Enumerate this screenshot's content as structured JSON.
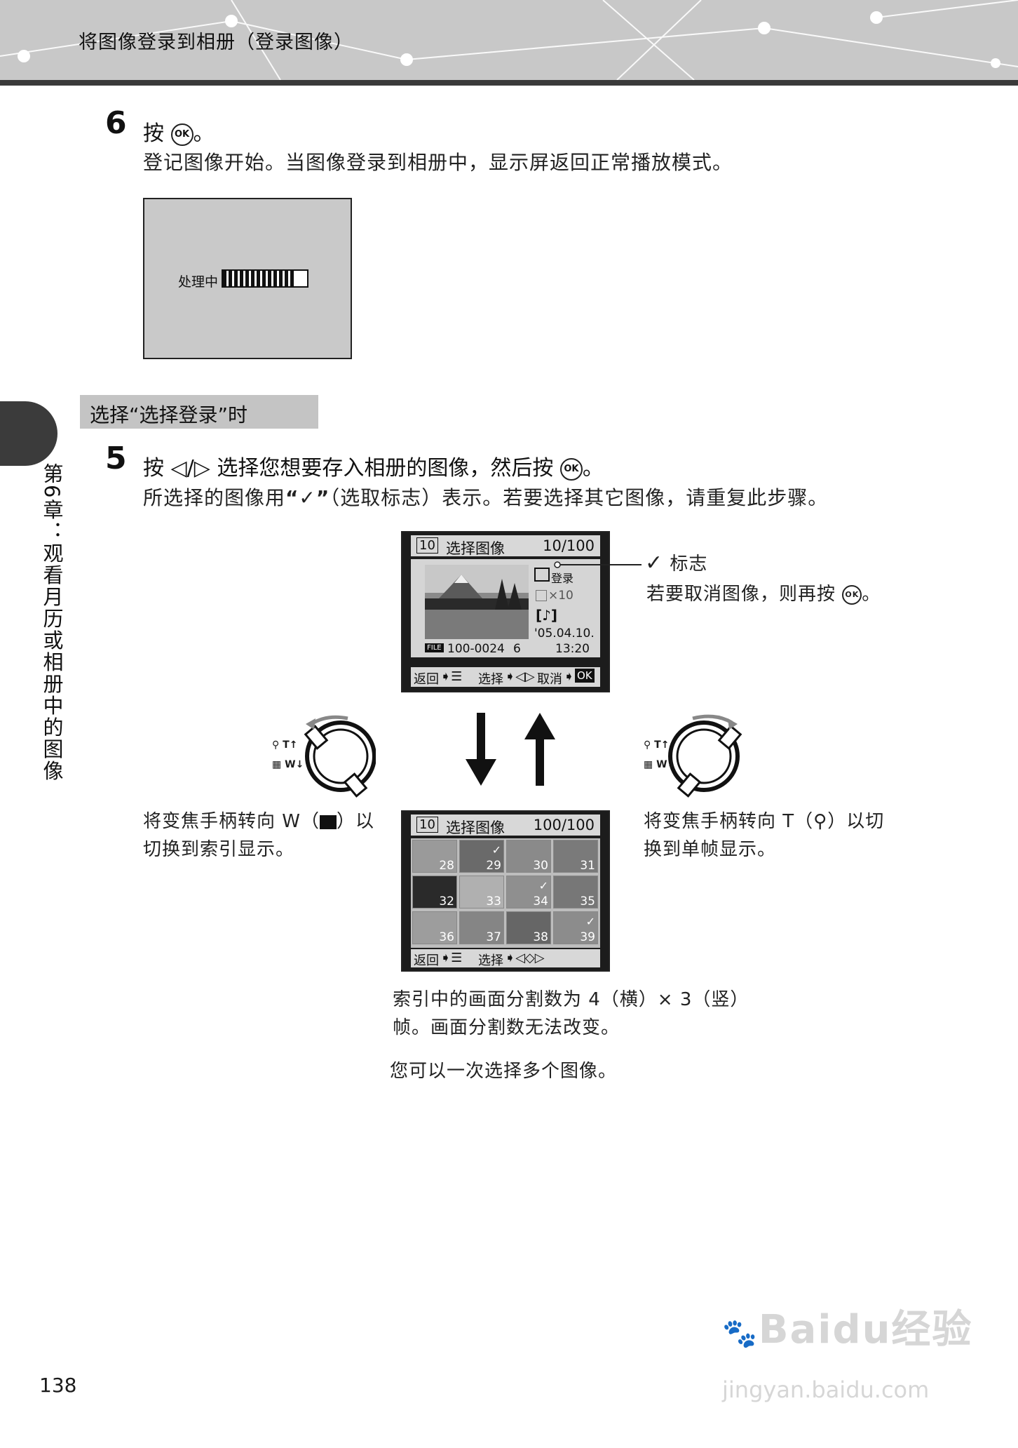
{
  "header": {
    "title": "将图像登录到相册（登录图像）"
  },
  "side_tab": {
    "text": "第6章：观看月历或相册中的图像"
  },
  "step6": {
    "number": "6",
    "title_pre": "按",
    "title_post": "。",
    "ok_symbol": "OK",
    "description": "登记图像开始。当图像登录到相册中，显示屏返回正常播放模式。"
  },
  "processing_screen": {
    "label": "处理中",
    "progress": 0.85
  },
  "section": {
    "label": "选择“选择登录”时"
  },
  "step5": {
    "number": "5",
    "title_pre": "按",
    "title_arrows": "◁/▷",
    "title_mid": "选择您想要存入相册的图像，然后按",
    "ok_symbol": "OK",
    "title_post": "。",
    "description_pre": "所选择的图像用",
    "check_quote": "“✓”",
    "description_post": "（选取标志）表示。若要选择其它图像，请重复此步骤。"
  },
  "single_screen": {
    "album_num": "10",
    "title": "选择图像",
    "counter": "10/100",
    "register_label": "登录",
    "print_count": "×10",
    "date": "'05.04.10.",
    "time": "13:20",
    "file_tag": "FILE",
    "file_number": "100-0024",
    "frame_number": "6",
    "footer_back": "返回",
    "footer_select": "选择",
    "footer_cancel": "取消",
    "footer_ok": "OK"
  },
  "check_annotation": {
    "check": "✓",
    "label": "标志",
    "text_pre": "若要取消图像，则再按",
    "ok_symbol": "OK",
    "text_post": "。"
  },
  "zoom_left": {
    "t_label": "T",
    "w_label": "W",
    "arrow_up": "↑",
    "arrow_down": "↓"
  },
  "zoom_right": {
    "t_label": "T",
    "w_label": "W"
  },
  "zoom_w_text": {
    "line1_pre": "将变焦手柄转向 W（",
    "line1_post": "）以",
    "line2": "切换到索引显示。"
  },
  "zoom_t_text": {
    "line1_pre": "将变焦手柄转向 T（",
    "line1_post": "）以切",
    "line2": "换到单帧显示。"
  },
  "index_screen": {
    "album_num": "10",
    "title": "选择图像",
    "counter": "100/100",
    "thumbnails": [
      "28",
      "29",
      "30",
      "31",
      "32",
      "33",
      "34",
      "35",
      "36",
      "37",
      "38",
      "39"
    ],
    "footer_back": "返回",
    "footer_select": "选择"
  },
  "index_note": {
    "line1": "索引中的画面分割数为 4（横）× 3（竖）",
    "line2": "帧。画面分割数无法改变。"
  },
  "multi_note": "您可以一次选择多个图像。",
  "page_number": "138",
  "watermark": {
    "brand": "Baidu经验",
    "url": "jingyan.baidu.com"
  }
}
